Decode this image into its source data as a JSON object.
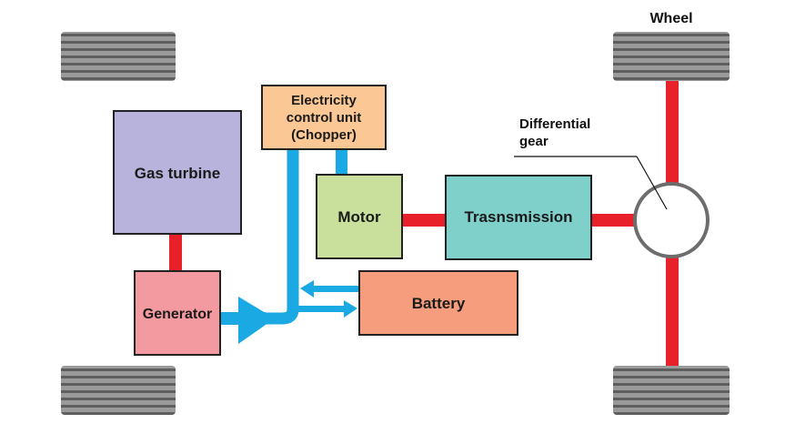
{
  "labels": {
    "wheel": "Wheel",
    "differential_line1": "Differential",
    "differential_line2": "gear",
    "ecu_line1": "Electricity",
    "ecu_line2": "control unit",
    "ecu_line3": "(Chopper)",
    "gas_turbine": "Gas turbine",
    "motor": "Motor",
    "transmission": "Trasnsmission",
    "generator": "Generator",
    "battery": "Battery"
  },
  "colors": {
    "gas_turbine": "#b7b3dc",
    "ecu": "#fbc794",
    "motor": "#c8e09c",
    "transmission": "#7fcfcb",
    "generator": "#f29aa0",
    "battery": "#f59d7c",
    "mechanical_link": "#e8202a",
    "electric_flow": "#1aa9e3",
    "tire": "#8a8a8a"
  }
}
